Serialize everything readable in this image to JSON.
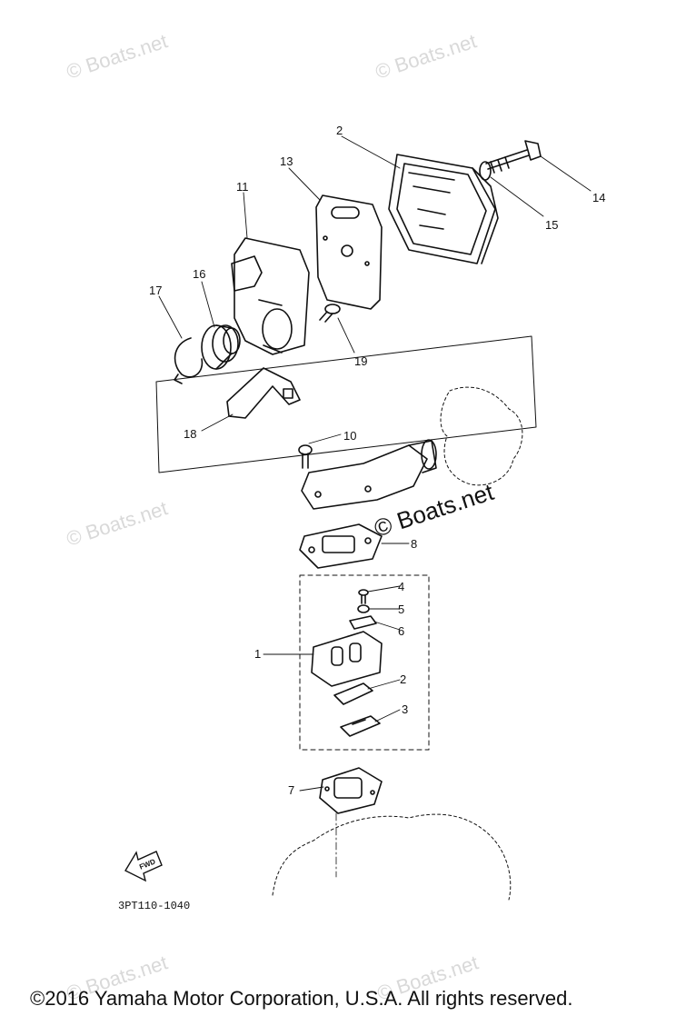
{
  "watermarks": {
    "text": "© Boats.net",
    "center_text": "© Boats.net"
  },
  "callouts": {
    "c1": "1",
    "c2a": "2",
    "c2b": "2",
    "c3": "3",
    "c4": "4",
    "c5": "5",
    "c6": "6",
    "c7": "7",
    "c8": "8",
    "c10": "10",
    "c11": "11",
    "c13": "13",
    "c14": "14",
    "c15": "15",
    "c16": "16",
    "c17": "17",
    "c18": "18",
    "c19": "19"
  },
  "fwd_label": "FWD",
  "diagram_code": "3PT110-1040",
  "copyright": "©2016 Yamaha Motor Corporation, U.S.A. All rights reserved."
}
